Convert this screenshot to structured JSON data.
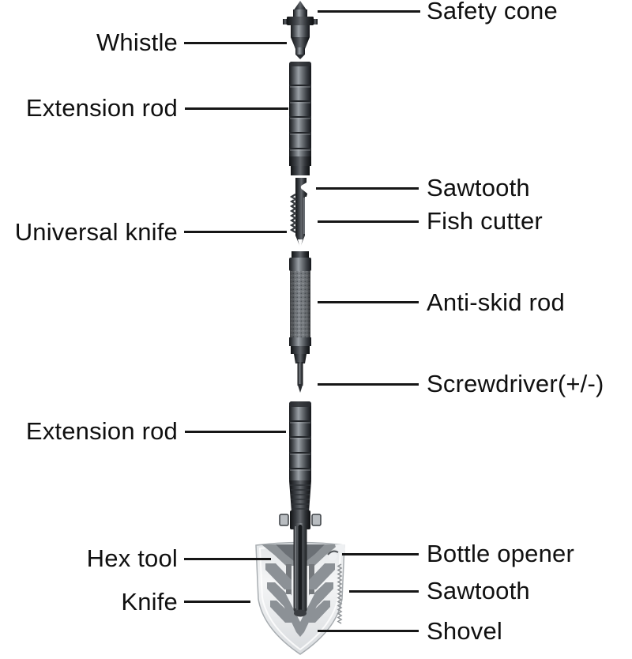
{
  "diagram_subject": "multi-function-shovel-exploded-view",
  "labels": {
    "safety_cone": "Safety cone",
    "whistle": "Whistle",
    "extension_rod_top": "Extension rod",
    "sawtooth_blade": "Sawtooth",
    "fish_cutter": "Fish cutter",
    "universal_knife": "Universal knife",
    "anti_skid_rod": "Anti-skid rod",
    "screwdriver": "Screwdriver(+/-)",
    "extension_rod_bottom": "Extension rod",
    "hex_tool": "Hex tool",
    "bottle_opener": "Bottle opener",
    "knife": "Knife",
    "sawtooth_shovel": "Sawtooth",
    "shovel": "Shovel"
  },
  "colors": {
    "background": "#ffffff",
    "label_text": "#101010",
    "leader_line": "#161616",
    "metal_dark": "#1b1e21",
    "metal_mid": "#55595e",
    "metal_light": "#9aa0a6",
    "blade_light": "#eef0f2",
    "pattern_gray": "#8c9196"
  }
}
